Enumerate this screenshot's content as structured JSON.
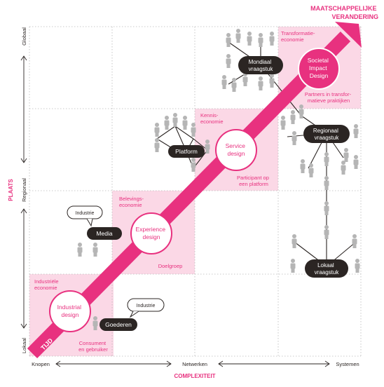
{
  "corner_label": [
    "MAATSCHAPPELIJKE",
    "VERANDERING"
  ],
  "axis_x": {
    "title": "COMPLEXITEIT",
    "ticks": [
      "Knopen",
      "Netwerken",
      "Systemen"
    ]
  },
  "axis_y": {
    "title": "PLAATS",
    "ticks": [
      "Globaal",
      "Regionaal",
      "Lokaal"
    ]
  },
  "arrow_label": "TIJD",
  "stages": [
    {
      "circle": [
        "Industrial",
        "design"
      ],
      "economy": [
        "Industriële",
        "economie"
      ],
      "actor": [
        "Consument",
        "en gebruiker"
      ]
    },
    {
      "circle": [
        "Experience",
        "design"
      ],
      "economy": [
        "Belevings-",
        "economie"
      ],
      "actor": [
        "Doelgroep"
      ]
    },
    {
      "circle": [
        "Service",
        "design"
      ],
      "economy": [
        "Kennis-",
        "economie"
      ],
      "actor": [
        "Participant op",
        "een platform"
      ]
    },
    {
      "circle": [
        "Societal",
        "Impact",
        "Design"
      ],
      "economy": [
        "Transformatie-",
        "economie"
      ],
      "actor": [
        "Partners in transfor-",
        "matieve praktijken"
      ]
    }
  ],
  "pills": {
    "goederen": [
      "Goederen"
    ],
    "media": [
      "Media"
    ],
    "platform": [
      "Platform"
    ],
    "lokaal": [
      "Lokaal",
      "vraagstuk"
    ],
    "regionaal": [
      "Regionaal",
      "vraagstuk"
    ],
    "mondiaal": [
      "Mondiaal",
      "vraagstuk"
    ]
  },
  "bubbles": [
    "Industrie",
    "Industrie"
  ],
  "colors": {
    "magenta": "#e8317f",
    "pink_fill": "#fbd8e6",
    "pill": "#2b2523",
    "person": "#b5b5b5",
    "grid": "#b8b8b8"
  }
}
